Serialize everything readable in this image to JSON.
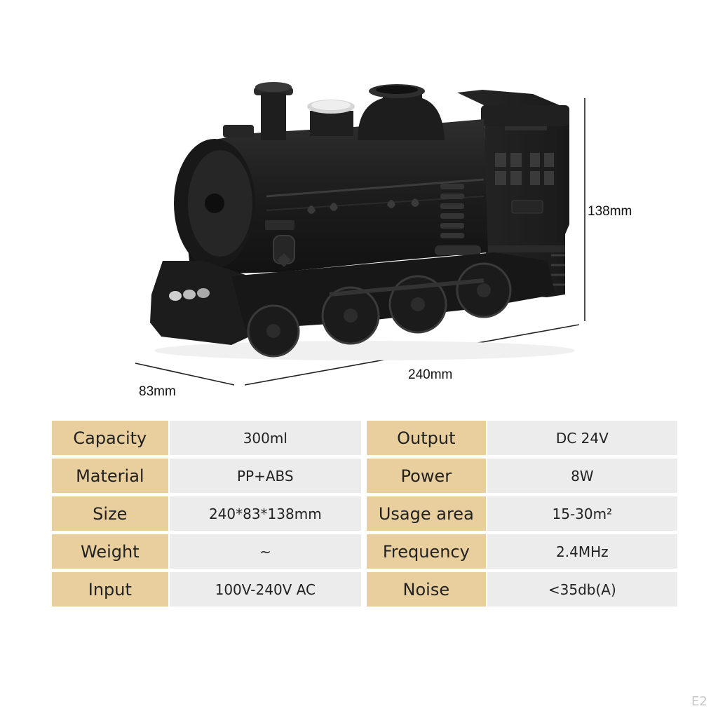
{
  "dimensions": {
    "height": "138mm",
    "length": "240mm",
    "depth": "83mm"
  },
  "specs": [
    {
      "key_left": "Capacity",
      "val_left": "300ml",
      "key_right": "Output",
      "val_right": "DC 24V"
    },
    {
      "key_left": "Material",
      "val_left": "PP+ABS",
      "key_right": "Power",
      "val_right": "8W"
    },
    {
      "key_left": "Size",
      "val_left": "240*83*138mm",
      "key_right": "Usage area",
      "val_right": "15-30m²"
    },
    {
      "key_left": "Weight",
      "val_left": "~",
      "key_right": "Frequency",
      "val_right": "2.4MHz"
    },
    {
      "key_left": "Input",
      "val_left": "100V-240V AC",
      "key_right": "Noise",
      "val_right": "<35db(A)"
    }
  ],
  "corner_tag": "E2",
  "colors": {
    "key_cell": "#e8cf9d",
    "value_cell": "#ececec",
    "product_body": "#1c1c1c"
  },
  "product_image": "black-steam-locomotive-diffuser"
}
